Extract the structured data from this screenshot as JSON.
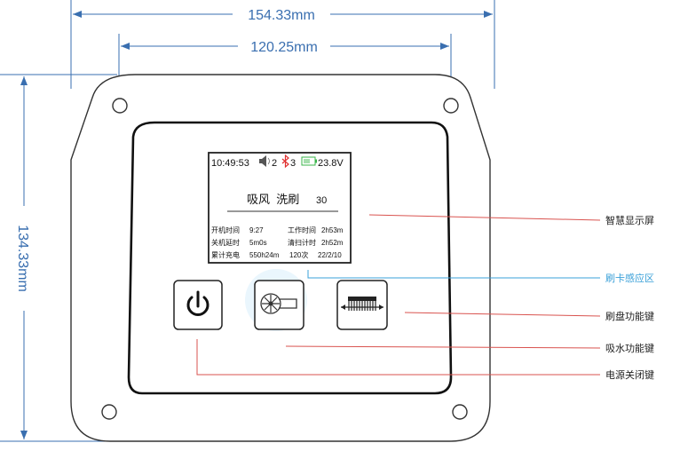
{
  "dimensions": {
    "outer_width": "154.33mm",
    "inner_width": "120.25mm",
    "height": "134.33mm"
  },
  "screen": {
    "status_time": "10:49:53",
    "volume_value": "2",
    "bt_value": "3",
    "battery_voltage": "23.8V",
    "mode_text": "吸风  洗刷",
    "mode_value": "30",
    "rows": [
      {
        "label_left": "开机时间",
        "value_left": "9:27",
        "label_right": "工作时间",
        "value_right": "2h53m"
      },
      {
        "label_left": "关机延时",
        "value_left": "5m0s",
        "label_right": "清扫计时",
        "value_right": "2h52m"
      },
      {
        "label_left": "累计充电",
        "value_left": "550h24m",
        "label_right": "120次",
        "value_right": "22/2/10"
      }
    ]
  },
  "callouts": {
    "display": "智慧显示屏",
    "card_area": "刷卡感应区",
    "brush_key": "刷盘功能键",
    "suction_key": "吸水功能键",
    "power_key": "电源关闭键"
  },
  "colors": {
    "dimension_line": "#3a6fb0",
    "callout_line": "#d9534f",
    "card_callout_line": "#3aa0d8",
    "card_callout_text": "#3aa0d8",
    "panel_stroke": "#333333",
    "icon_accent_red": "#e03030",
    "icon_accent_blue": "#2f6fd0",
    "battery_green": "#39b54a"
  },
  "icons": [
    "power-icon",
    "fan-icon",
    "brush-icon",
    "speaker-icon",
    "bluetooth-icon",
    "battery-icon"
  ]
}
